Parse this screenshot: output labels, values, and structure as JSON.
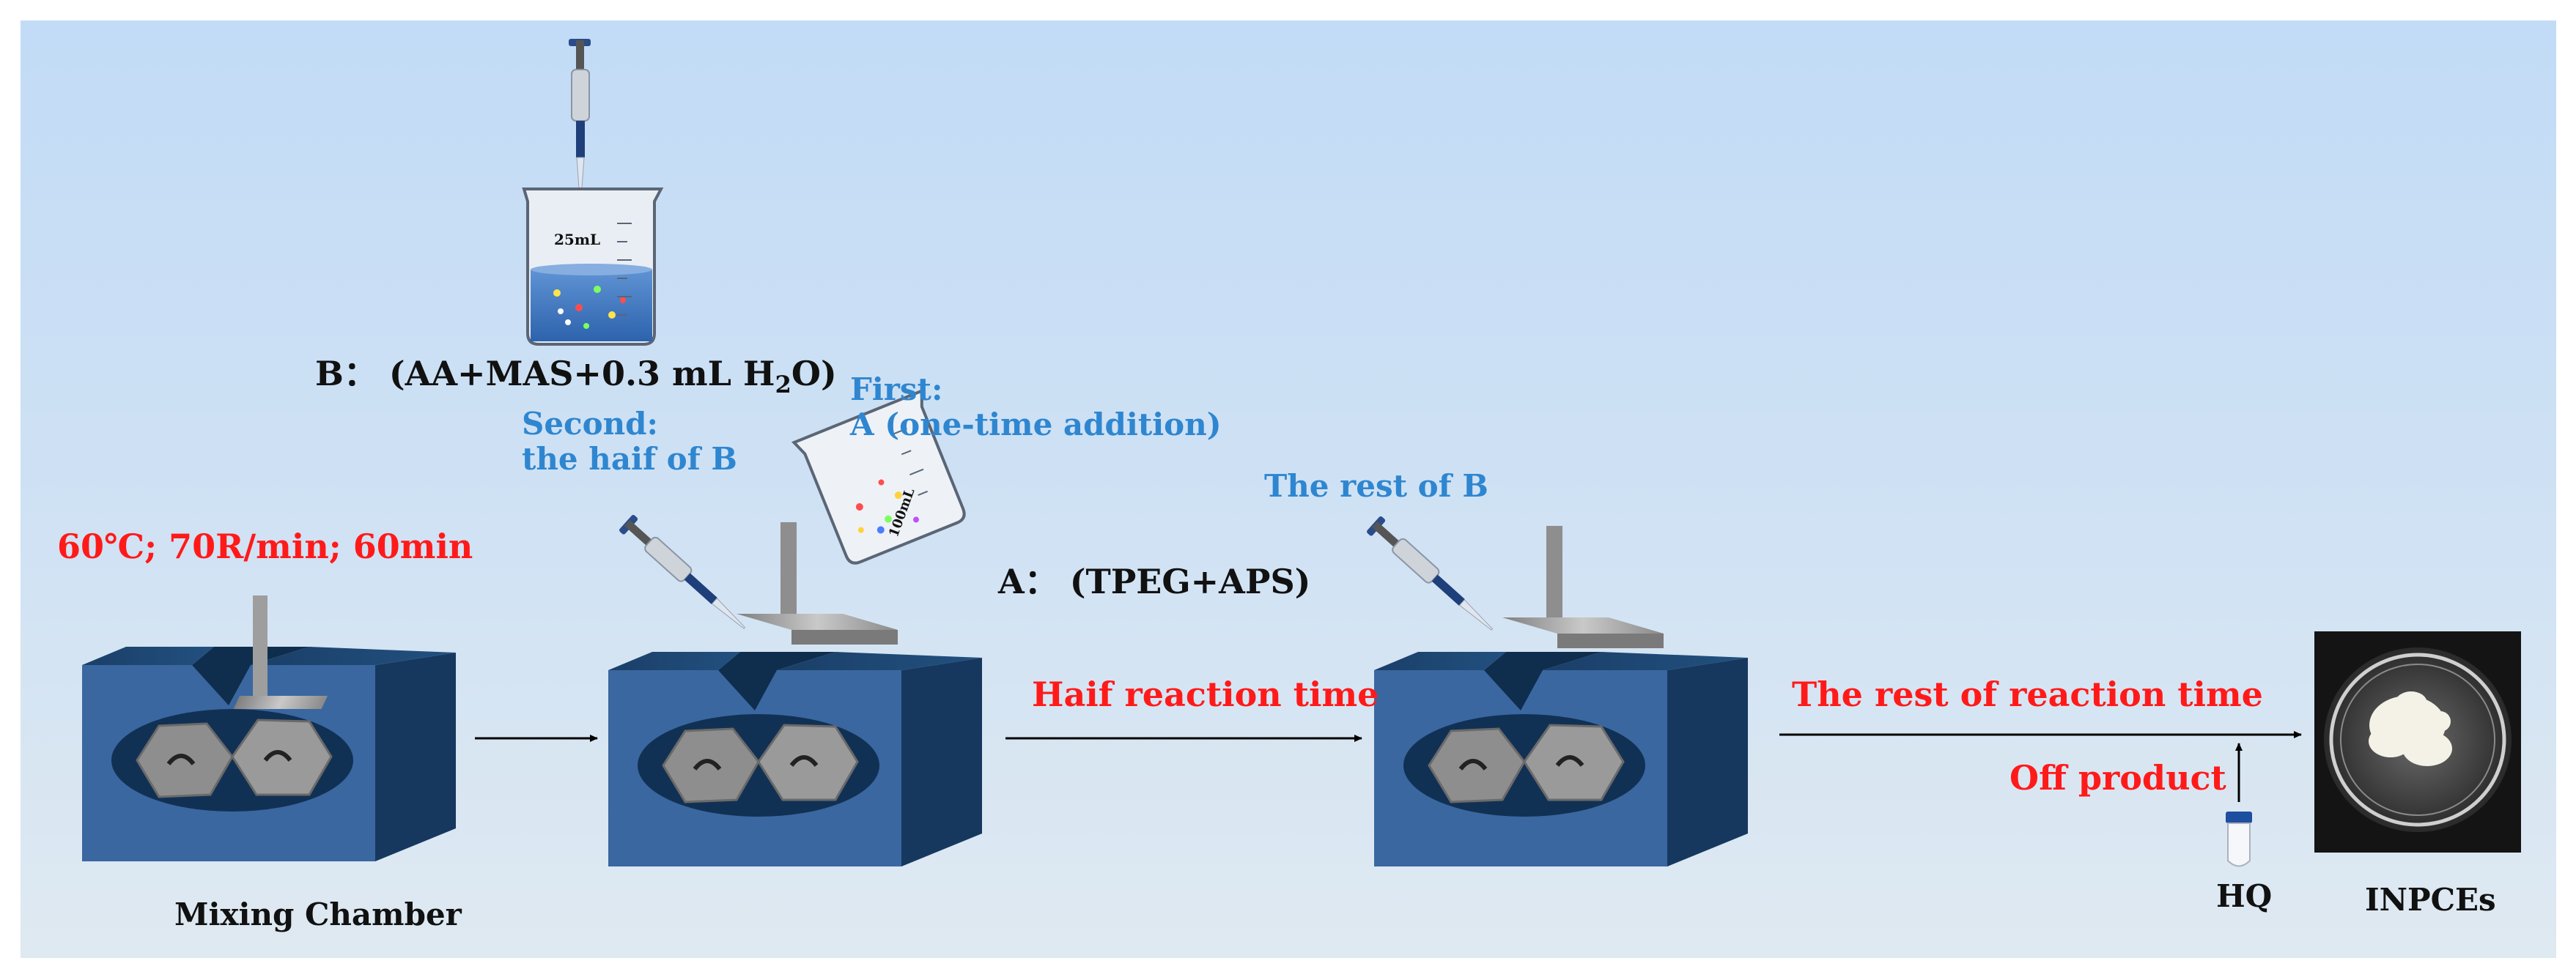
{
  "labels": {
    "b_solution": "B： (AA+MAS+0.3 mL H",
    "b_solution_sub": "2",
    "b_solution_end": "O)",
    "beaker_b_mark": "25mL",
    "second_line1": "Second:",
    "second_line2": "the haif of B",
    "first_line1": "First:",
    "first_line2": "A (one-time addition)",
    "conditions": "60℃;  70R/min; 60min",
    "a_solution": "A： (TPEG+APS)",
    "beaker_a_mark": "100mL",
    "rest_of_b": "The rest of B",
    "haif_reaction_time": "Haif reaction time",
    "rest_reaction_time": "The rest of  reaction time",
    "off_product": "Off product",
    "mixing_chamber": "Mixing Chamber",
    "hq": "HQ",
    "product": "INPCEs"
  },
  "colors": {
    "background_top": "#c2dbf6",
    "chamber_front": "#3a67a0",
    "chamber_top": "#1b4673",
    "label_red": "#ff1a1a",
    "label_blue": "#2f86d0"
  },
  "icons": [
    "pipette-icon",
    "beaker-icon",
    "mixing-chamber-icon",
    "rotor-icon",
    "arrow-icon",
    "test-tube-icon",
    "petri-dish-icon"
  ]
}
